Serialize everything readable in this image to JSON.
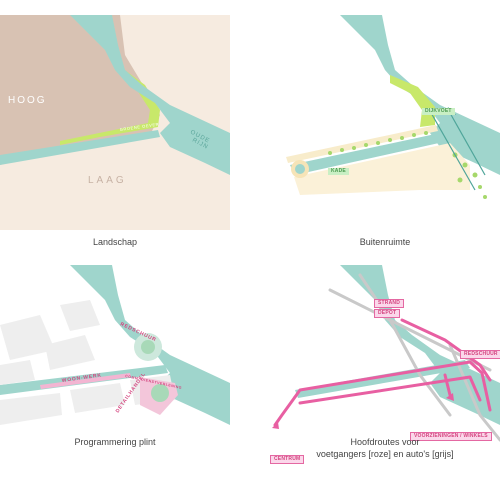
{
  "colors": {
    "water": "#9fd5cc",
    "hoog": "#d8c2b3",
    "laag": "#f6ebe0",
    "green": "#c8e86a",
    "pink": "#e85fa2",
    "grey": "#c9c9c9",
    "plint": "#f2f2f2"
  },
  "panels": {
    "landschap": {
      "caption": "Landschap",
      "label_hoog": "HOOG",
      "label_laag": "LAAG",
      "label_river": [
        "OUDE",
        "RIJN"
      ],
      "label_edge": "GROENE OEVER"
    },
    "buitenruimte": {
      "caption": "Buitenruimte",
      "tag_top": "DIJKVOET",
      "tag_bottom": "KADE"
    },
    "plint": {
      "caption": "Programmering plint",
      "label_redschuur": "REDSCHUUR",
      "label_woonwerk": "WOON-WERK",
      "label_comm": "COMM. DIENSTVERLENING",
      "label_detail": "DETAILHANDEL"
    },
    "hoofdroutes": {
      "caption_lines": [
        "Hoofdroutes voor",
        "voetgangers [roze] en auto's [grijs]"
      ],
      "tags": {
        "strand": "STRAND",
        "depot": "DEPOT",
        "redschuur": "REDSCHUUR",
        "voorzieningen": "VOORZIENINGEN / WINKELS",
        "centrum": "CENTRUM"
      }
    }
  }
}
